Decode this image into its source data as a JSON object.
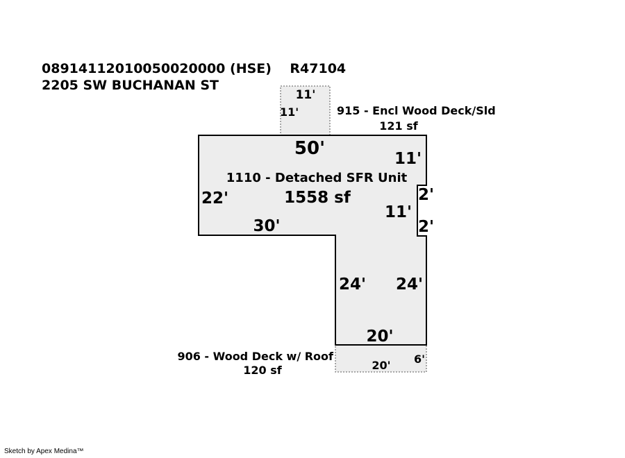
{
  "header": {
    "parcel_line": "08914112010050020000 (HSE)    R47104",
    "address": "2205 SW BUCHANAN ST"
  },
  "sketch": {
    "main": {
      "label": "1110 - Detached SFR Unit",
      "area": "1558 sf",
      "dims": {
        "top": "50'",
        "left": "22'",
        "inner_bottom": "30'",
        "right_upper": "11'",
        "right_mid": "11'",
        "notch_top": "2'",
        "notch_bottom": "2'",
        "inner_left": "24'",
        "right_lower": "24'",
        "bottom": "20'"
      }
    },
    "encl_deck": {
      "label": "915 - Encl Wood Deck/Sld",
      "area": "121 sf",
      "dims": {
        "top": "11'",
        "left": "11'"
      }
    },
    "wood_deck": {
      "label": "906 - Wood Deck w/ Roof",
      "area": "120 sf",
      "dims": {
        "width": "20'",
        "height": "6'"
      }
    }
  },
  "footer": {
    "credit": "Sketch by Apex Medina™"
  },
  "colors": {
    "fill": "#ededed",
    "stroke": "#000000",
    "dotted": "#7a7a7a"
  }
}
